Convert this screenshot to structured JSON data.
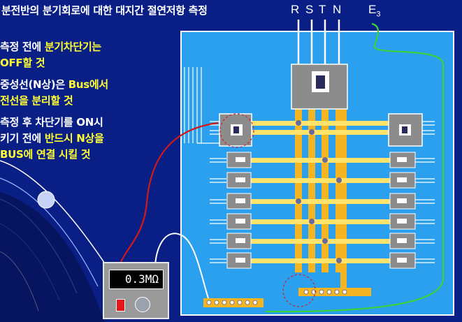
{
  "title": "분전반의 분기회로에 대한 대지간 절연저항 측정",
  "phases": [
    "R",
    "S",
    "T",
    "N"
  ],
  "earth": {
    "label": "E",
    "subscript": "3"
  },
  "notes": [
    {
      "lines": [
        [
          {
            "t": "측정 전에 ",
            "hl": false
          },
          {
            "t": "분기차단기는",
            "hl": true
          }
        ],
        [
          {
            "t": "OFF할 것",
            "hl": true
          }
        ]
      ]
    },
    {
      "lines": [
        [
          {
            "t": "중성선(N상)은 ",
            "hl": false
          },
          {
            "t": "Bus에서",
            "hl": true
          }
        ],
        [
          {
            "t": "전선을 분리할 것",
            "hl": true
          }
        ]
      ]
    },
    {
      "lines": [
        [
          {
            "t": "측정 후 차단기를 ON시",
            "hl": false
          }
        ],
        [
          {
            "t": "키기 전에 ",
            "hl": false
          },
          {
            "t": "반드시 N상을",
            "hl": true
          }
        ],
        [
          {
            "t": "BUS에 연결 시킬 것",
            "hl": true
          }
        ]
      ]
    }
  ],
  "meter": {
    "reading": "0.3MΩ"
  },
  "colors": {
    "background": "#0a1f86",
    "panel": "#2aa0ee",
    "bus_bar": "#f5b522",
    "branch_line": "#ffe36b",
    "breaker": "#8c8c8c",
    "red_lead": "#d01a1a",
    "earth_lead": "#3cd23c",
    "white_lead": "#ffffff"
  }
}
